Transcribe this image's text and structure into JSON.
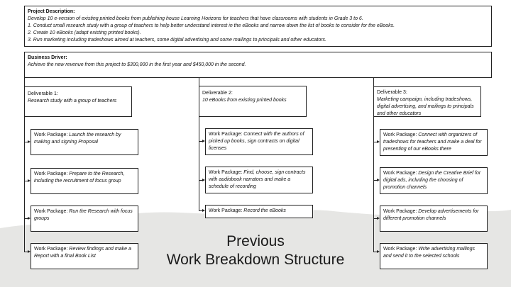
{
  "project": {
    "label": "Project Description:",
    "lines": [
      "Develop 10 e-version of existing printed books from publishing house Learning Horizons for teachers that have classrooms with students in Grade 3 to 6.",
      "1. Conduct small research study with a group of teachers to help better understand interest in the eBooks and narrow down the list of books to consider for the eBooks.",
      "2. Create 10 eBooks (adapt existing printed books).",
      "3. Run marketing including tradeshows aimed at teachers, some digital advertising and some mailings to principals and other educators."
    ]
  },
  "driver": {
    "label": "Business Driver:",
    "text": "Achieve the new revenue from this project to $300,000 in the first year and $450,000 in the second."
  },
  "deliverables": [
    {
      "label": "Deliverable 1:",
      "text": "Research study with a group of teachers",
      "packages": [
        {
          "label": "Work Package:",
          "text": "Launch the research by making and signing Proposal"
        },
        {
          "label": "Work Package:",
          "text": "Prepare to the Research, including the recruitment of  focus group"
        },
        {
          "label": "Work Package:",
          "text": "Run the Research with focus groups"
        },
        {
          "label": "Work Package:",
          "text": "Review findings and make a Report with a final Book List"
        }
      ]
    },
    {
      "label": "Deliverable 2:",
      "text": "10 eBooks from existing printed books",
      "packages": [
        {
          "label": "Work Package:",
          "text": "Connect with the authors of picked up books, sign contracts on digital licenses"
        },
        {
          "label": "Work Package:",
          "text": "Find, choose, sign contracts with audiobook narrators and make a schedule of recording"
        },
        {
          "label": "Work Package:",
          "text": "Record the eBooks"
        }
      ]
    },
    {
      "label": "Deliverable 3:",
      "text": "Marketing campaign, including tradeshows, digital advertising, and mailings to principals and other educators",
      "packages": [
        {
          "label": "Work Package:",
          "text": "Connect with organizers of tradeshows for teachers and make a deal for presenting of our eBooks there"
        },
        {
          "label": "Work Package:",
          "text": "Design the Creative Brief for digital ads, including the choosing of promotion channels"
        },
        {
          "label": "Work Package:",
          "text": "Develop advertisements for different promotion channels"
        },
        {
          "label": "Work Package:",
          "text": "Write advertising mailings and send it to the selected schools"
        }
      ]
    }
  ],
  "title": {
    "line1": "Previous",
    "line2": "Work Breakdown Structure"
  }
}
